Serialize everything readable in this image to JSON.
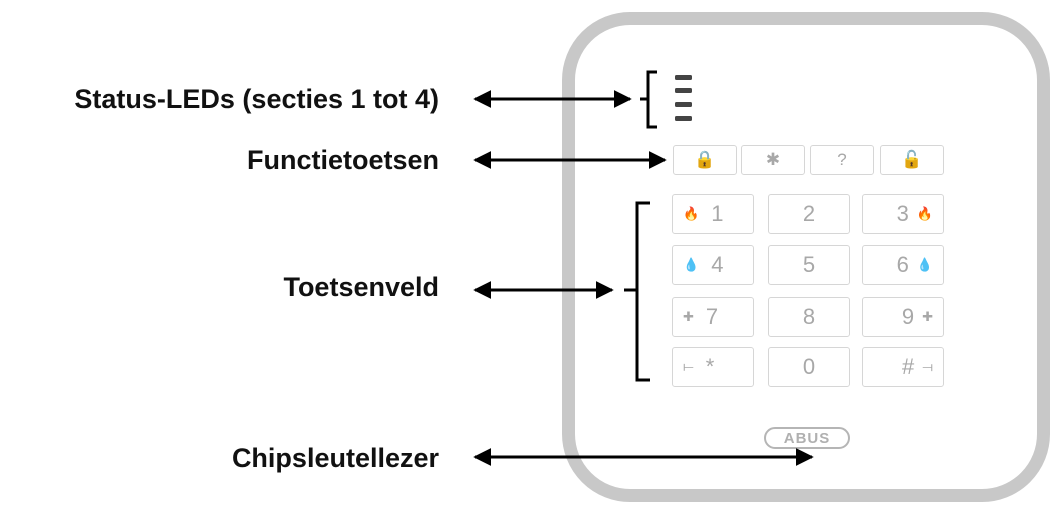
{
  "labels": {
    "status_leds": "Status-LEDs (secties 1 tot 4)",
    "function_keys": "Functietoetsen",
    "keypad": "Toetsenveld",
    "chip_reader": "Chipsleutellezer"
  },
  "device": {
    "function_keys": [
      {
        "icon": "lock-closed-icon",
        "glyph": "🔒"
      },
      {
        "icon": "asterisk-icon",
        "glyph": "✱"
      },
      {
        "icon": "question-icon",
        "glyph": "?"
      },
      {
        "icon": "lock-open-icon",
        "glyph": "🔓"
      }
    ],
    "keypad": {
      "row1": [
        {
          "label": "1",
          "sym": "🔥"
        },
        {
          "label": "2",
          "sym": ""
        },
        {
          "label": "3",
          "sym": "🔥"
        }
      ],
      "row2": [
        {
          "label": "4",
          "sym": "💧"
        },
        {
          "label": "5",
          "sym": ""
        },
        {
          "label": "6",
          "sym": "💧"
        }
      ],
      "row3": [
        {
          "label": "7",
          "sym": "✚"
        },
        {
          "label": "8",
          "sym": ""
        },
        {
          "label": "9",
          "sym": "✚"
        }
      ],
      "row4": [
        {
          "label": "*",
          "sym": "⟝"
        },
        {
          "label": "0",
          "sym": ""
        },
        {
          "label": "#",
          "sym": "⟞"
        }
      ]
    },
    "logo": "ABUS"
  }
}
